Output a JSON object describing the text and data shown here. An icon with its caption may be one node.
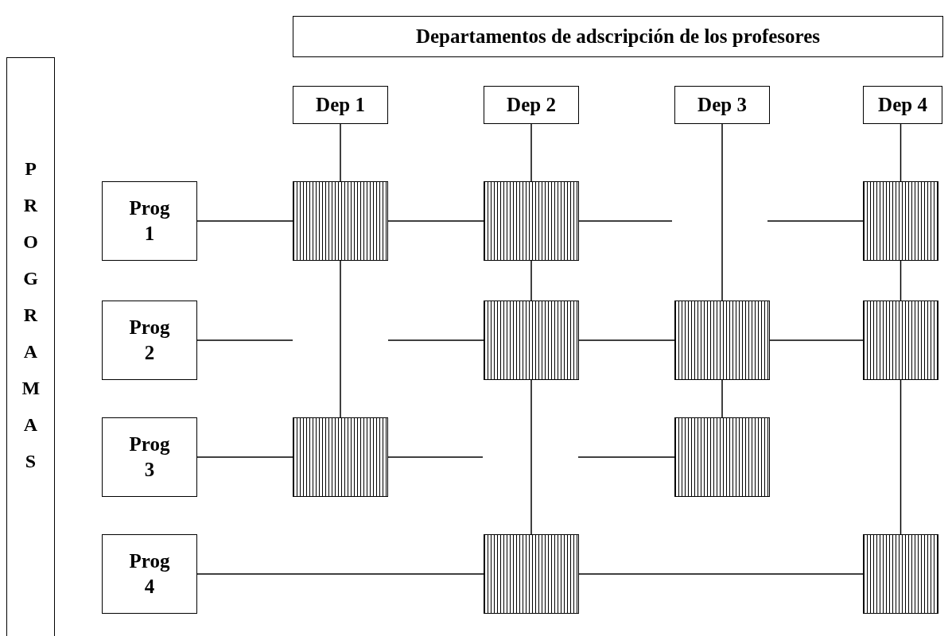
{
  "diagram": {
    "nodes": [
      {
        "text": [
          "Departamentos de adscripción de los profesores"
        ]
      },
      {
        "text": [
          "PROGRAMAS"
        ]
      },
      {
        "text": [
          "Dep 1"
        ]
      },
      {
        "text": [
          "Dep 2"
        ]
      },
      {
        "text": [
          "Dep 3"
        ]
      },
      {
        "text": [
          "Dep 4"
        ]
      },
      {
        "text": [
          "Prog 1"
        ]
      },
      {
        "text": [
          "Prog 2"
        ]
      },
      {
        "text": [
          "Prog 3"
        ]
      },
      {
        "text": [
          "Prog 4"
        ]
      },
      {
        "text": [],
        "shape": "box"
      },
      {
        "text": [],
        "shape": "box"
      },
      {
        "text": [],
        "shape": "box"
      },
      {
        "text": [],
        "shape": "box"
      },
      {
        "text": [],
        "shape": "box"
      },
      {
        "text": [],
        "shape": "box"
      },
      {
        "text": [],
        "shape": "box"
      },
      {
        "text": [],
        "shape": "box"
      },
      {
        "text": [],
        "shape": "box"
      },
      {
        "text": [],
        "shape": "box"
      }
    ],
    "edges": [
      {
        "from": 6,
        "to": 10,
        "arrow": "none"
      },
      {
        "from": 10,
        "to": 11,
        "arrow": "none"
      },
      {
        "from": 11,
        "to": null,
        "arrow": "none"
      },
      {
        "from": null,
        "to": 12,
        "arrow": "none"
      },
      {
        "from": 7,
        "to": null,
        "arrow": "none"
      },
      {
        "from": null,
        "to": 13,
        "arrow": "none"
      },
      {
        "from": 13,
        "to": 14,
        "arrow": "none"
      },
      {
        "from": 14,
        "to": 15,
        "arrow": "none"
      },
      {
        "from": 8,
        "to": 16,
        "arrow": "none"
      },
      {
        "from": 16,
        "to": null,
        "arrow": "none"
      },
      {
        "from": null,
        "to": 17,
        "arrow": "none"
      },
      {
        "from": 9,
        "to": 18,
        "arrow": "none"
      },
      {
        "from": 18,
        "to": 19,
        "arrow": "none"
      },
      {
        "from": 2,
        "to": 10,
        "arrow": "none"
      },
      {
        "from": 10,
        "to": 16,
        "arrow": "none"
      },
      {
        "from": 3,
        "to": 11,
        "arrow": "none"
      },
      {
        "from": 11,
        "to": 13,
        "arrow": "none"
      },
      {
        "from": 13,
        "to": 18,
        "arrow": "none"
      },
      {
        "from": 4,
        "to": 14,
        "arrow": "none"
      },
      {
        "from": 14,
        "to": 17,
        "arrow": "none"
      },
      {
        "from": 5,
        "to": 12,
        "arrow": "none"
      },
      {
        "from": 12,
        "to": 15,
        "arrow": "none"
      },
      {
        "from": 15,
        "to": 19,
        "arrow": "none"
      }
    ]
  }
}
